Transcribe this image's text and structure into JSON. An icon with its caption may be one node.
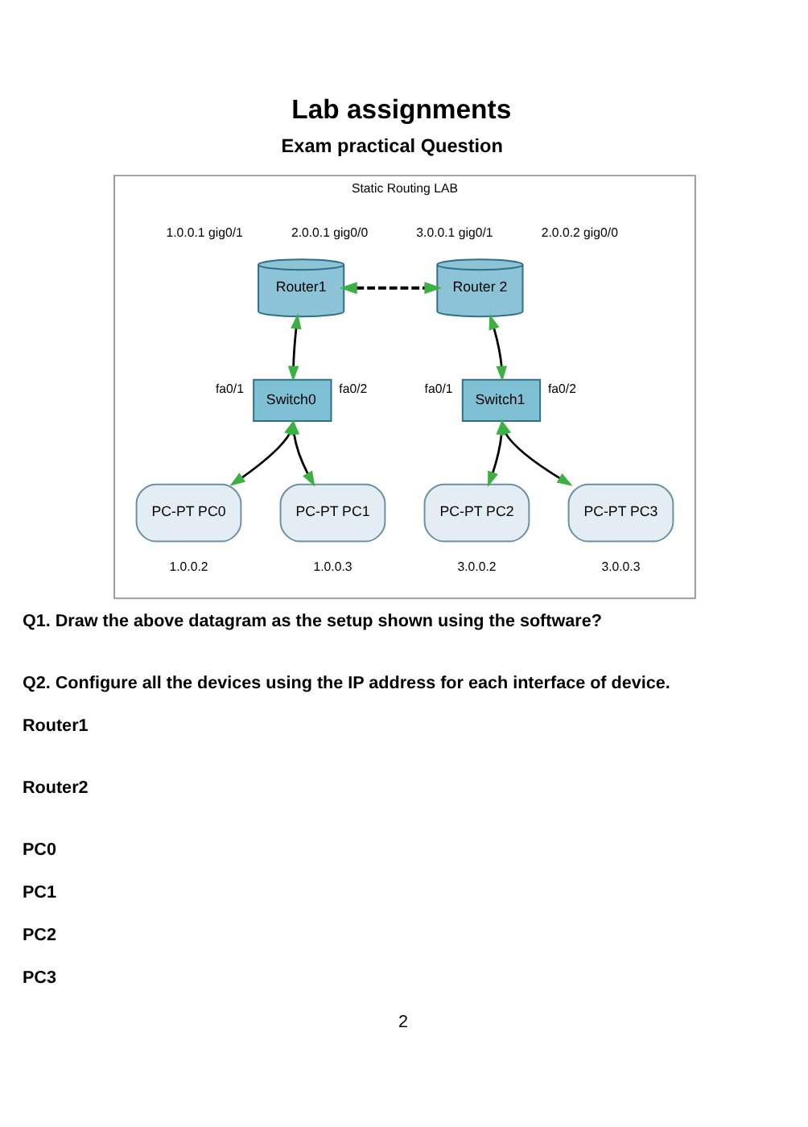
{
  "diagram": {
    "title": "Lab assignments",
    "nodes": [
      {
        "text": [
          "Static Routing LAB"
        ]
      },
      {
        "text": [
          "Router1"
        ],
        "in": 0,
        "beside": [
          "2.0.0.1 gig0/0",
          "1.0.0.1 gig0/1"
        ]
      },
      {
        "text": [
          "Router 2"
        ],
        "in": 0,
        "beside": [
          "2.0.0.2 gig0/0",
          "3.0.0.1 gig0/1"
        ]
      },
      {
        "text": [
          "Switch0"
        ],
        "in": 0,
        "beside": [
          "fa0/1",
          "fa0/2"
        ]
      },
      {
        "text": [
          "Switch1"
        ],
        "in": 0,
        "beside": [
          "fa0/1",
          "fa0/2"
        ]
      },
      {
        "text": [
          "PC-PT PC0"
        ],
        "in": 0,
        "beside": [
          "1.0.0.2"
        ]
      },
      {
        "text": [
          "PC-PT PC1"
        ],
        "in": 0,
        "beside": [
          "1.0.0.3"
        ]
      },
      {
        "text": [
          "PC-PT PC2"
        ],
        "in": 0,
        "beside": [
          "3.0.0.2"
        ]
      },
      {
        "text": [
          "PC-PT PC3"
        ],
        "in": 0,
        "beside": [
          "3.0.0.3"
        ]
      }
    ],
    "edges": [
      {
        "from": 1,
        "to": 2,
        "arrow": "both",
        "style": "dashed"
      },
      {
        "from": 1,
        "to": 3,
        "arrow": "both"
      },
      {
        "from": 2,
        "to": 4,
        "arrow": "both"
      },
      {
        "from": 3,
        "to": 5,
        "arrow": "both"
      },
      {
        "from": 3,
        "to": 6,
        "arrow": "both"
      },
      {
        "from": 4,
        "to": 7,
        "arrow": "both"
      },
      {
        "from": 4,
        "to": 8,
        "arrow": "both"
      }
    ],
    "labels": [
      "Exam practical Question",
      "Q1. Draw the above datagram as the setup shown using the software?",
      "Q2. Configure all the devices using the IP address for each interface of device.",
      "Router1",
      "Router2",
      "PC0",
      "PC1",
      "PC2",
      "PC3",
      "2"
    ]
  }
}
